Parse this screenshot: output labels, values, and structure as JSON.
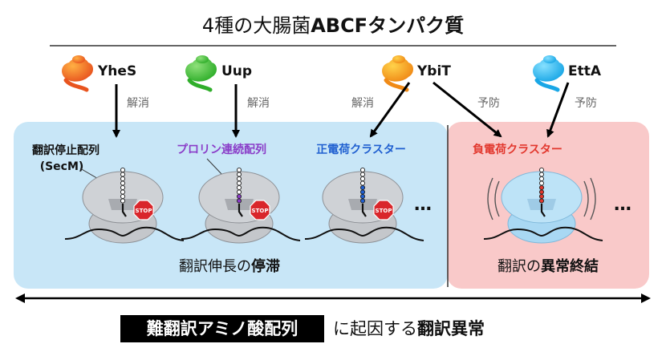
{
  "title": {
    "pre": "4種の大腸菌",
    "bold": "ABCFタンパク質"
  },
  "proteins": [
    {
      "name": "YheS",
      "color": "#e8541e",
      "color_light": "#ffb043"
    },
    {
      "name": "Uup",
      "color": "#2fae2a",
      "color_light": "#8ee07a"
    },
    {
      "name": "YbiT",
      "color": "#f08a16",
      "color_light": "#ffd24a"
    },
    {
      "name": "EttA",
      "color": "#1aa7e6",
      "color_light": "#86e0ff"
    }
  ],
  "actions": {
    "resolve": "解消",
    "prevent": "予防"
  },
  "sequences": {
    "secm_line1": "翻訳停止配列",
    "secm_line2": "(SecM)",
    "proline": "プロリン連続配列",
    "positive": "正電荷クラスター",
    "negative": "負電荷クラスター"
  },
  "stop_sign": "STOP",
  "ellipsis": "…",
  "panels": {
    "left": {
      "pre": "翻訳伸長の",
      "bold": "停滞",
      "bg": "#c8e6f7"
    },
    "right": {
      "pre": "翻訳の",
      "bold": "異常終結",
      "bg": "#f9c9c9"
    }
  },
  "bottom": {
    "highlight": "難翻訳アミノ酸配列",
    "middle": "に起因する",
    "bold": "翻訳異常"
  },
  "colors": {
    "proline": "#8a3cc8",
    "positive": "#1f5fd0",
    "negative": "#e2372d",
    "stop": "#d9262b"
  }
}
